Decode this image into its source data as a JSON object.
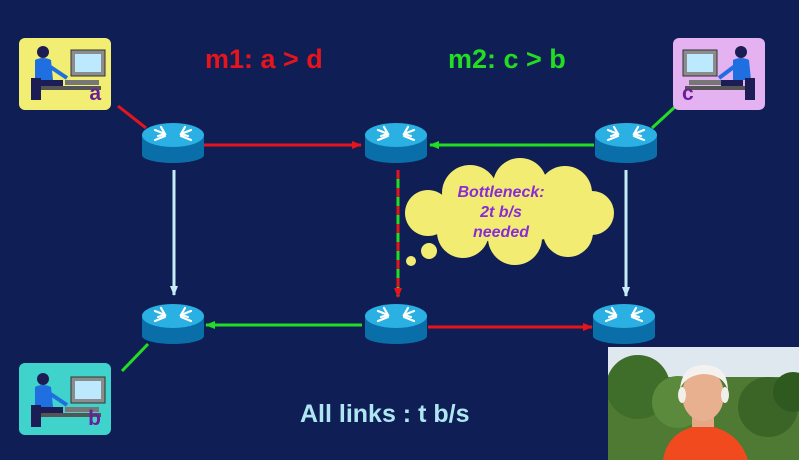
{
  "diagram": {
    "messages": {
      "m1": "m1: a > d",
      "m2": "m2: c > b"
    },
    "hosts": {
      "a": "a",
      "b": "b",
      "c": "c"
    },
    "bottleneck": {
      "line1": "Bottleneck:",
      "line2": "2t b/s",
      "line3": "needed"
    },
    "footer": "All links : t b/s"
  },
  "colors": {
    "background": "#0f1e55",
    "m1_flow": "#e8141c",
    "m2_flow": "#22dd22",
    "idle_link": "#c6ecf5",
    "router": "#1aa1d6",
    "bubble": "#f3ec72",
    "bubble_text": "#8a2bd8",
    "footer_text": "#aee6f2"
  }
}
